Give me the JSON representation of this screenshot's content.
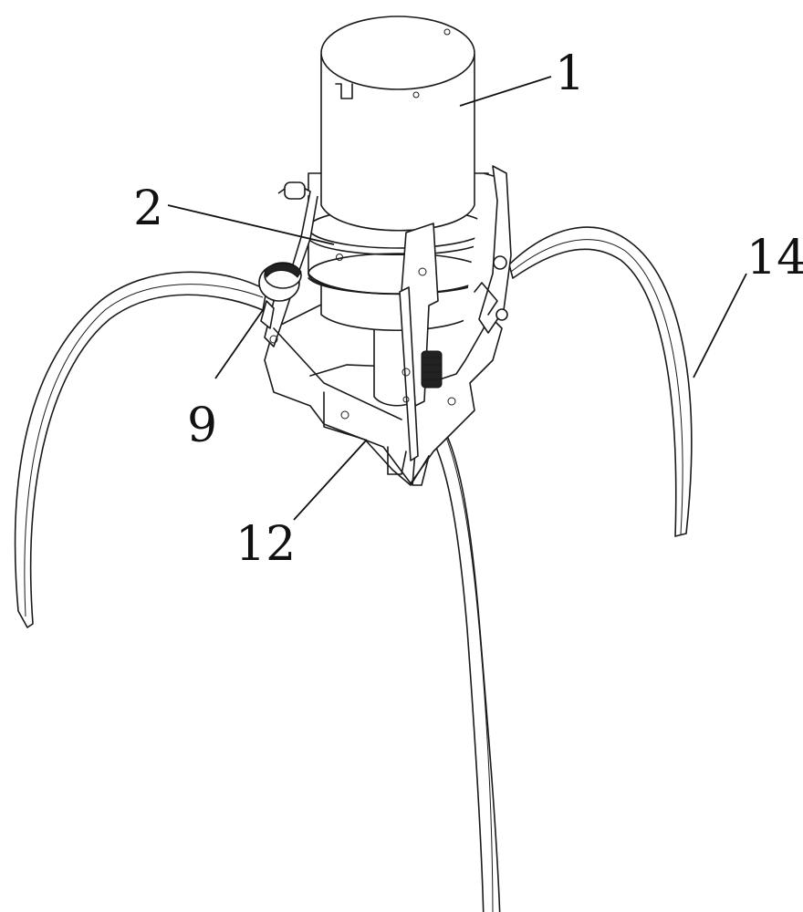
{
  "labels": {
    "l1": "1",
    "l2": "2",
    "l9": "9",
    "l12": "12",
    "l14": "14"
  }
}
